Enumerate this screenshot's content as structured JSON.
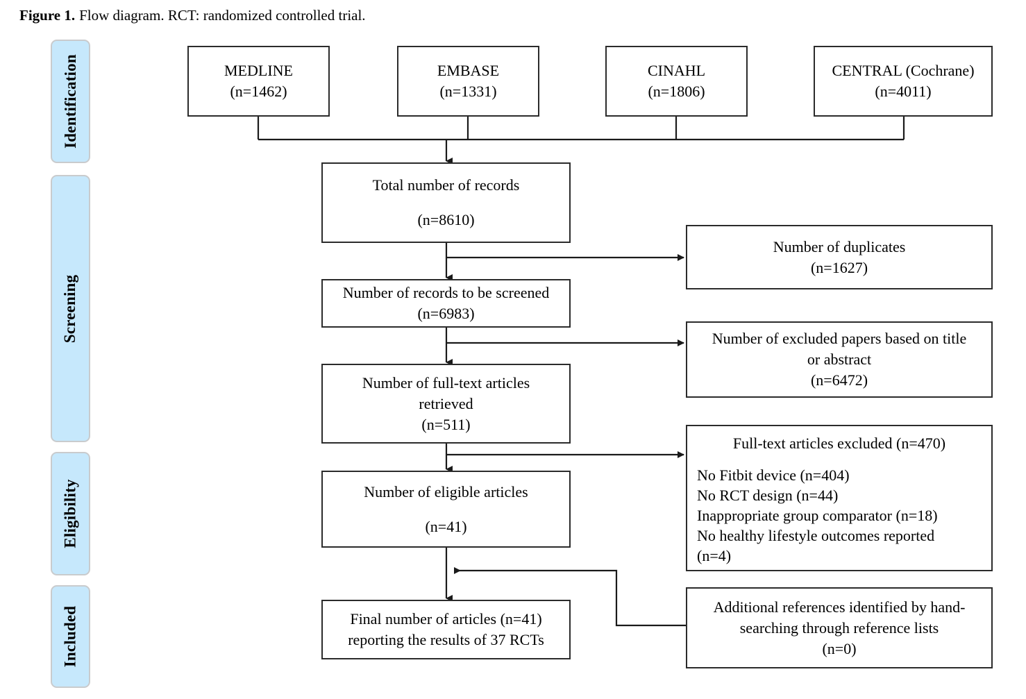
{
  "caption": {
    "label": "Figure 1.",
    "text": "Flow diagram. RCT: randomized controlled trial."
  },
  "stages": [
    {
      "name": "identification",
      "label": "Identification"
    },
    {
      "name": "screening",
      "label": "Screening"
    },
    {
      "name": "eligibility",
      "label": "Eligibility"
    },
    {
      "name": "included",
      "label": "Included"
    }
  ],
  "sources": [
    {
      "name": "medline",
      "title": "MEDLINE",
      "count": "(n=1462)"
    },
    {
      "name": "embase",
      "title": "EMBASE",
      "count": "(n=1331)"
    },
    {
      "name": "cinahl",
      "title": "CINAHL",
      "count": "(n=1806)"
    },
    {
      "name": "central",
      "title": "CENTRAL (Cochrane)",
      "count": "(n=4011)"
    }
  ],
  "main_flow": [
    {
      "name": "total-records",
      "lines": [
        "Total number of records",
        "(n=8610)"
      ]
    },
    {
      "name": "records-screened",
      "lines": [
        "Number of records to be screened",
        "(n=6983)"
      ]
    },
    {
      "name": "fulltext-retrieved",
      "lines": [
        "Number of full-text articles",
        "retrieved",
        "(n=511)"
      ]
    },
    {
      "name": "eligible-articles",
      "lines": [
        "Number of eligible articles",
        "(n=41)"
      ]
    },
    {
      "name": "final-articles",
      "lines": [
        "Final number of articles (n=41)",
        "reporting the results of 37 RCTs"
      ]
    }
  ],
  "side_boxes": {
    "duplicates": {
      "lines": [
        "Number of duplicates",
        "(n=1627)"
      ]
    },
    "excluded_title_abstract": {
      "lines": [
        "Number of excluded papers based on title",
        "or abstract",
        "(n=6472)"
      ]
    },
    "fulltext_excluded": {
      "title": "Full-text articles excluded (n=470)",
      "items": [
        "No Fitbit device (n=404)",
        "No RCT design (n=44)",
        "Inappropriate group comparator (n=18)",
        "No healthy lifestyle outcomes reported",
        "(n=4)"
      ]
    },
    "hand_search": {
      "lines": [
        "Additional references identified by hand-",
        "searching through reference lists",
        "(n=0)"
      ]
    }
  },
  "colors": {
    "stage_fill": "#c6e8fc",
    "stage_border": "#c9cbcd",
    "node_border": "#2b2b2b",
    "connector": "#1a1a1a",
    "page_background": "#ffffff"
  }
}
